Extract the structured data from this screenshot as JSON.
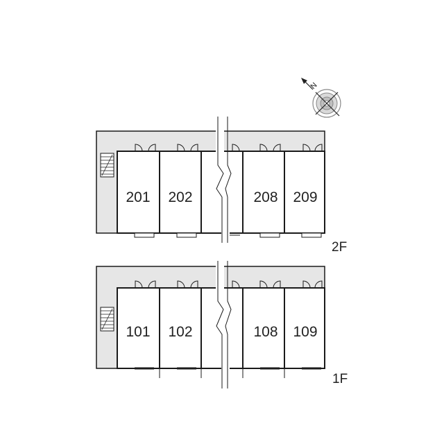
{
  "compass": {
    "icon": "compass-rose-icon",
    "north_label": "N"
  },
  "floors": [
    {
      "id": "2f",
      "label": "2F",
      "rooms": [
        {
          "number": "201"
        },
        {
          "number": "202"
        },
        {
          "number": ""
        },
        {
          "number": "208"
        },
        {
          "number": "209"
        }
      ]
    },
    {
      "id": "1f",
      "label": "1F",
      "rooms": [
        {
          "number": "101"
        },
        {
          "number": "102"
        },
        {
          "number": ""
        },
        {
          "number": "108"
        },
        {
          "number": "109"
        }
      ]
    }
  ],
  "colors": {
    "line": "#1a1a1a",
    "corridor": "#e6e6e6",
    "compass_fill": "#d9d9d9"
  }
}
